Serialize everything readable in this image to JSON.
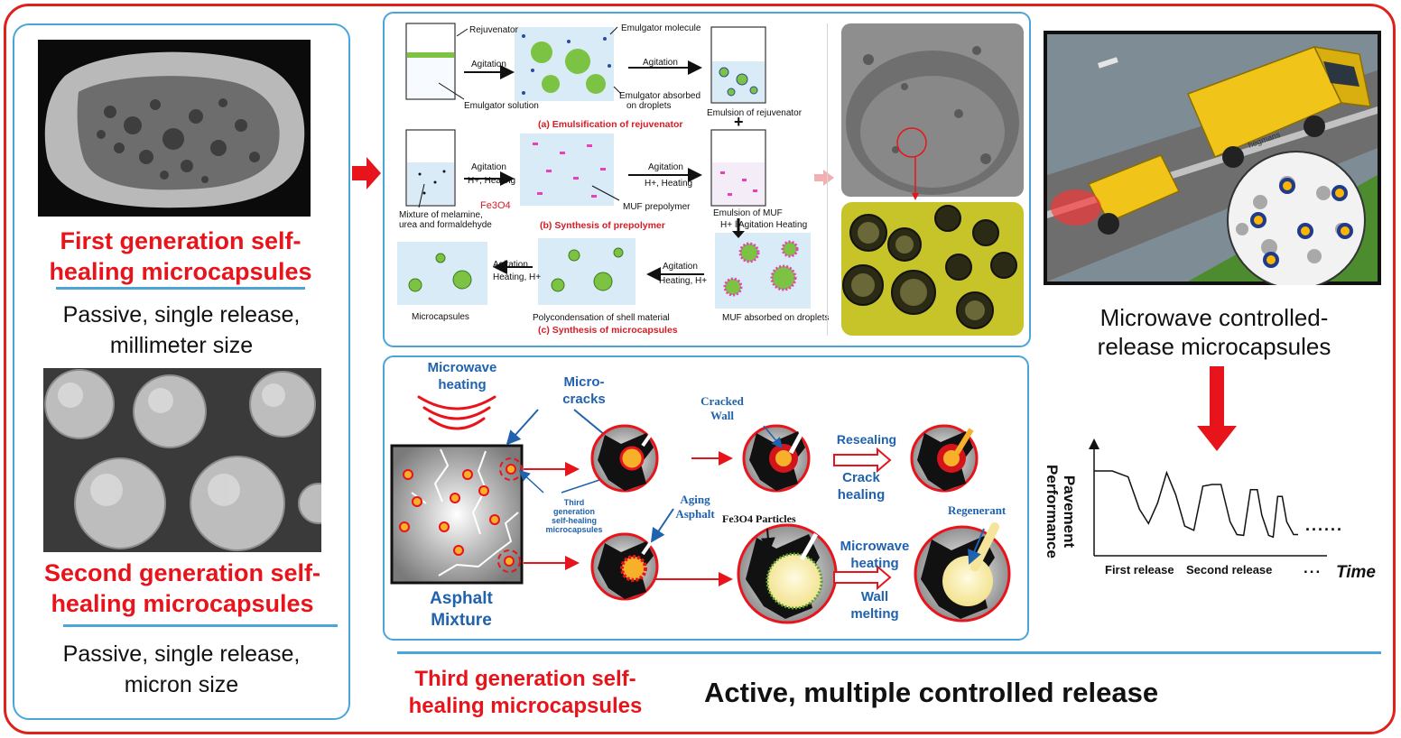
{
  "first_generation": {
    "title_line1": "First generation self-",
    "title_line2": "healing microcapsules",
    "desc_line1": "Passive, single release,",
    "desc_line2": "millimeter size"
  },
  "second_generation": {
    "title_line1": "Second generation self-",
    "title_line2": "healing microcapsules",
    "desc_line1": "Passive, single release,",
    "desc_line2": "micron size"
  },
  "process": {
    "a": {
      "rejuvenator": "Rejuvenator",
      "emulgator_molecule": "Emulgator molecule",
      "agitation": "Agitation",
      "agitation2": "Agitation",
      "emulgator_solution": "Emulgator solution",
      "emulgator_absorbed_1": "Emulgator absorbed",
      "emulgator_absorbed_2": "on droplets",
      "emulsion_rejuvenator": "Emulsion of rejuvenator",
      "caption": "(a) Emulsification of rejuvenator",
      "plus": "+"
    },
    "b": {
      "agitation": "Agitation",
      "heating": "H+, Heating",
      "agitation2": "Agitation",
      "heating2": "H+, Heating",
      "fe3o4": "Fe3O4",
      "mixture_1": "Mixture of melamine,",
      "mixture_2": "urea and formaldehyde",
      "muf_prepolymer": "MUF prepolymer",
      "emulsion_muf": "Emulsion of MUF",
      "agitation_heating": "H+ ‖Agitation Heating",
      "caption": "(b) Synthesis of prepolymer"
    },
    "c": {
      "agitation": "Agitation",
      "heating": "Heating, H+",
      "agitation2": "Agitation",
      "heating2": "Heating, H+",
      "microcapsules": "Microcapsules",
      "polycondensation": "Polycondensation of shell material",
      "muf_absorbed": "MUF absorbed on droplets",
      "caption": "(c) Synthesis of microcapsules"
    }
  },
  "mechanism": {
    "microwave_heating_1": "Microwave",
    "microwave_heating_2": "heating",
    "micro_cracks_1": "Micro-",
    "micro_cracks_2": "cracks",
    "third_gen_1": "Third",
    "third_gen_2": "generation",
    "third_gen_3": "self-healing",
    "third_gen_4": "microcapsules",
    "asphalt_mixture_1": "Asphalt",
    "asphalt_mixture_2": "Mixture",
    "cracked_wall_1": "Cracked",
    "cracked_wall_2": "Wall",
    "aging_asphalt_1": "Aging",
    "aging_asphalt_2": "Asphalt",
    "fe3o4_particles": "Fe3O4 Particles",
    "resealing": "Resealing",
    "crack_healing_1": "Crack",
    "crack_healing_2": "healing",
    "regenerant": "Regenerant",
    "mw_heating_1": "Microwave",
    "mw_heating_2": "heating",
    "wall_melting_1": "Wall",
    "wall_melting_2": "melting"
  },
  "third_generation": {
    "title_line1": "Third generation self-",
    "title_line2": "healing microcapsules",
    "summary": "Active, multiple controlled release"
  },
  "microwave_caps": {
    "title_line1": "Microwave controlled-",
    "title_line2": "release microcapsules",
    "truck_brand": "hegmans"
  },
  "chart_data": {
    "type": "line",
    "ylabel": "Pavement Performance",
    "xlabel": "Time",
    "annotations": [
      "First release",
      "Second release",
      "...",
      "......"
    ],
    "series": [
      {
        "x": [
          0,
          0.8,
          1.5,
          2.0,
          2.4,
          2.8,
          3.2,
          3.6,
          4.0,
          4.4,
          4.8,
          5.2,
          5.6,
          6.0,
          6.3,
          6.6,
          6.9,
          7.2,
          7.4,
          7.7,
          7.9,
          8.1,
          8.3,
          8.5,
          8.8,
          9.0
        ],
        "y": [
          1.0,
          1.0,
          0.93,
          0.55,
          0.38,
          0.62,
          0.98,
          0.72,
          0.35,
          0.3,
          0.82,
          0.84,
          0.84,
          0.4,
          0.25,
          0.24,
          0.78,
          0.78,
          0.48,
          0.24,
          0.22,
          0.7,
          0.7,
          0.4,
          0.25,
          0.25
        ]
      }
    ]
  }
}
